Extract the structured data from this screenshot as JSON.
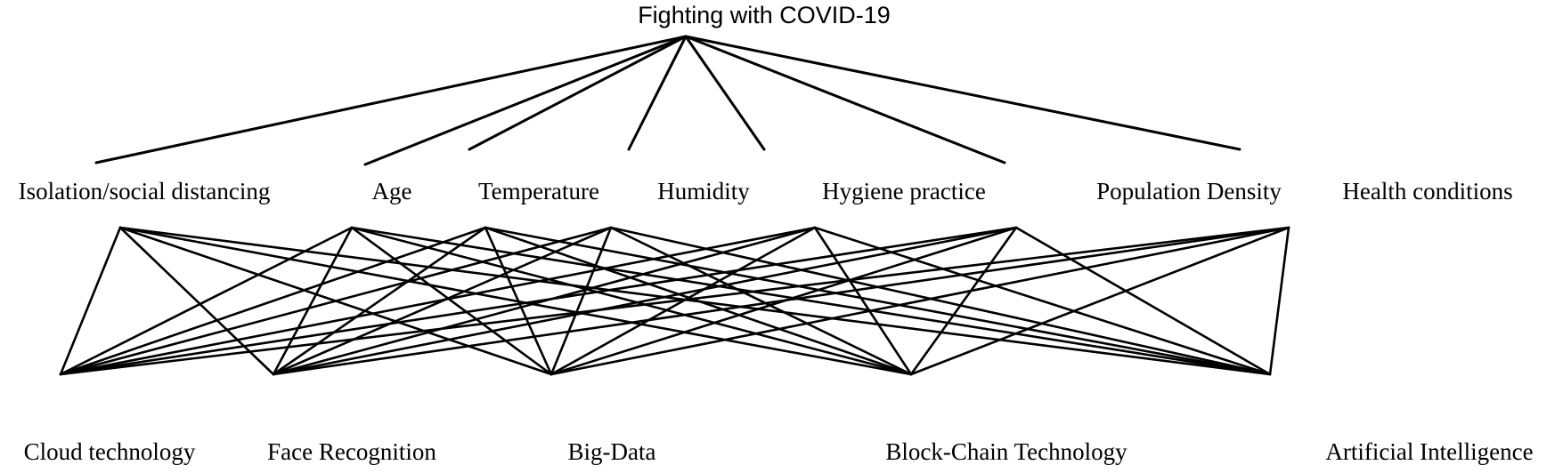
{
  "goal": {
    "label": "Fighting with COVID-19"
  },
  "factors": [
    {
      "id": "isolation",
      "label": "Isolation/social distancing"
    },
    {
      "id": "age",
      "label": "Age"
    },
    {
      "id": "temperature",
      "label": "Temperature"
    },
    {
      "id": "humidity",
      "label": "Humidity"
    },
    {
      "id": "hygiene",
      "label": "Hygiene practice"
    },
    {
      "id": "population-density",
      "label": "Population Density"
    },
    {
      "id": "health-conditions",
      "label": "Health conditions"
    }
  ],
  "alternatives": [
    {
      "id": "cloud",
      "label": "Cloud technology"
    },
    {
      "id": "face-recognition",
      "label": "Face Recognition"
    },
    {
      "id": "big-data",
      "label": "Big-Data"
    },
    {
      "id": "block-chain",
      "label": "Block-Chain Technology"
    },
    {
      "id": "ai",
      "label": "Artificial Intelligence"
    }
  ],
  "colors": {
    "line": "#000000",
    "text": "#000000",
    "background": "#ffffff"
  }
}
